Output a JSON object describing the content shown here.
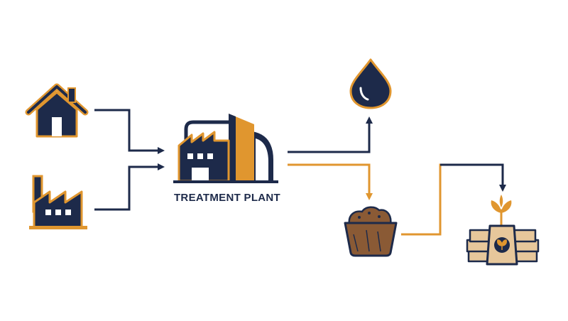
{
  "colors": {
    "navy": "#1d2a4a",
    "orange": "#e0962f",
    "brown": "#8a5a35",
    "background": "#ffffff"
  },
  "nodes": {
    "house": {
      "icon": "house-icon"
    },
    "factory": {
      "icon": "factory-icon"
    },
    "treatment_plant": {
      "icon": "treatment-plant-icon",
      "label": "TREATMENT PLANT"
    },
    "water": {
      "icon": "water-drop-icon"
    },
    "sludge": {
      "icon": "sludge-basket-icon"
    },
    "fertilizer": {
      "icon": "fertilizer-bags-icon"
    }
  },
  "flows": [
    {
      "from": "house",
      "to": "treatment_plant",
      "color": "navy"
    },
    {
      "from": "factory",
      "to": "treatment_plant",
      "color": "navy"
    },
    {
      "from": "treatment_plant",
      "to": "water",
      "color": "navy"
    },
    {
      "from": "treatment_plant",
      "to": "sludge",
      "color": "orange"
    },
    {
      "from": "sludge",
      "to": "fertilizer",
      "color": "navy"
    }
  ]
}
